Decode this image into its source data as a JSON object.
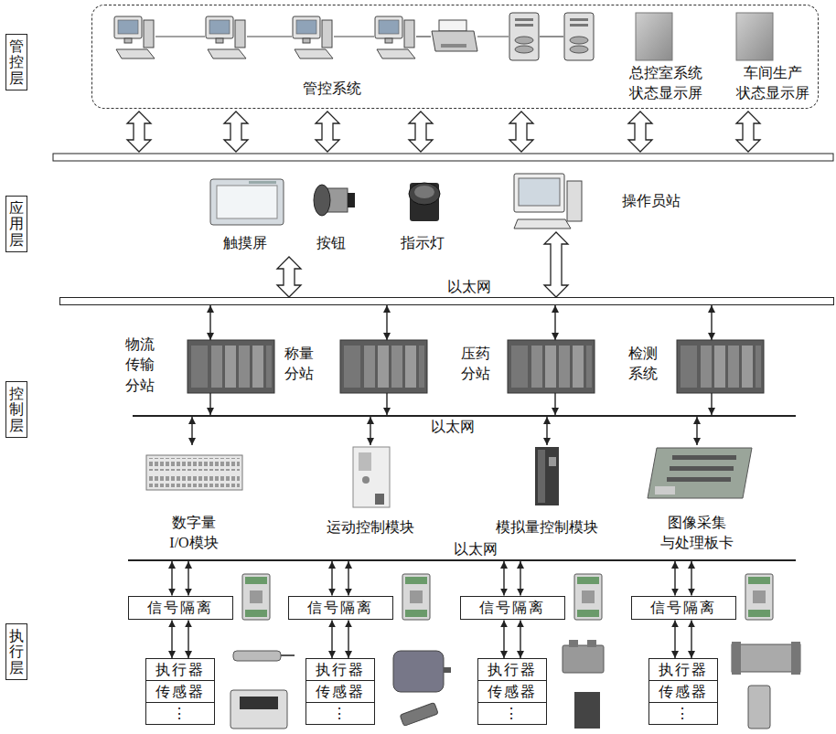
{
  "diagram": {
    "nodes": [
      {
        "text": [
          "管控层"
        ]
      },
      {
        "text": [
          "管控系统"
        ]
      },
      {
        "text": [
          "应用层"
        ]
      },
      {
        "text": [
          "触摸屏"
        ]
      },
      {
        "text": [
          "按钮"
        ]
      },
      {
        "text": [
          "指示灯"
        ]
      },
      {
        "text": [
          "操作员站"
        ]
      },
      {
        "text": [
          "以太网"
        ]
      },
      {
        "text": [
          "控制层"
        ]
      },
      {
        "text": [
          "物流 传输 分站"
        ]
      },
      {
        "text": [
          "称量 分站"
        ]
      },
      {
        "text": [
          "压药 分站"
        ]
      },
      {
        "text": [
          "检测 系统"
        ]
      },
      {
        "text": [
          "以太网"
        ]
      },
      {
        "text": [
          "数字量 I/O模块"
        ]
      },
      {
        "text": [
          "运动控制模块"
        ]
      },
      {
        "text": [
          "模拟量控制模块"
        ]
      },
      {
        "text": [
          "图像采集 与处理板卡"
        ]
      },
      {
        "text": [
          "以太网"
        ]
      },
      {
        "text": [
          "执行层"
        ]
      },
      {
        "text": [
          "信号隔离"
        ]
      },
      {
        "text": [
          "信号隔离"
        ]
      },
      {
        "text": [
          "信号隔离"
        ]
      },
      {
        "text": [
          "信号隔离"
        ]
      },
      {
        "text": [
          "执行器",
          "传感器",
          "⋮"
        ]
      },
      {
        "text": [
          "执行器",
          "传感器",
          "⋮"
        ]
      },
      {
        "text": [
          "执行器",
          "传感器",
          "⋮"
        ]
      },
      {
        "text": [
          "执行器",
          "传感器",
          "⋮"
        ]
      }
    ],
    "edges": [
      {
        "from": 3,
        "to": 7,
        "arrow": "both"
      },
      {
        "from": 6,
        "to": 7,
        "arrow": "both"
      },
      {
        "from": 7,
        "to": 9,
        "arrow": "both"
      },
      {
        "from": 7,
        "to": 10,
        "arrow": "both"
      },
      {
        "from": 7,
        "to": 11,
        "arrow": "both"
      },
      {
        "from": 7,
        "to": 12,
        "arrow": "both"
      },
      {
        "from": 9,
        "to": 13,
        "arrow": "to"
      },
      {
        "from": 10,
        "to": 13,
        "arrow": "to"
      },
      {
        "from": 11,
        "to": 13,
        "arrow": "to"
      },
      {
        "from": 12,
        "to": 13,
        "arrow": "to"
      },
      {
        "from": 13,
        "to": 14,
        "arrow": "both"
      },
      {
        "from": 13,
        "to": 15,
        "arrow": "both"
      },
      {
        "from": 13,
        "to": 16,
        "arrow": "both"
      },
      {
        "from": 13,
        "to": 17,
        "arrow": "both"
      },
      {
        "from": 18,
        "to": 20,
        "arrow": "both"
      },
      {
        "from": 18,
        "to": 20,
        "arrow": "both"
      },
      {
        "from": 18,
        "to": 21,
        "arrow": "both"
      },
      {
        "from": 18,
        "to": 21,
        "arrow": "both"
      },
      {
        "from": 18,
        "to": 22,
        "arrow": "both"
      },
      {
        "from": 18,
        "to": 22,
        "arrow": "both"
      },
      {
        "from": 18,
        "to": 23,
        "arrow": "both"
      },
      {
        "from": 18,
        "to": 23,
        "arrow": "both"
      },
      {
        "from": 20,
        "to": 24,
        "arrow": "both"
      },
      {
        "from": 20,
        "to": 24,
        "arrow": "both"
      },
      {
        "from": 21,
        "to": 25,
        "arrow": "both"
      },
      {
        "from": 21,
        "to": 25,
        "arrow": "both"
      },
      {
        "from": 22,
        "to": 26,
        "arrow": "both"
      },
      {
        "from": 22,
        "to": 26,
        "arrow": "both"
      },
      {
        "from": 23,
        "to": 27,
        "arrow": "both"
      },
      {
        "from": 23,
        "to": 27,
        "arrow": "both"
      }
    ],
    "labels": [
      "总控室系统 状态显示屏",
      "车间生产 状态显示屏"
    ]
  }
}
